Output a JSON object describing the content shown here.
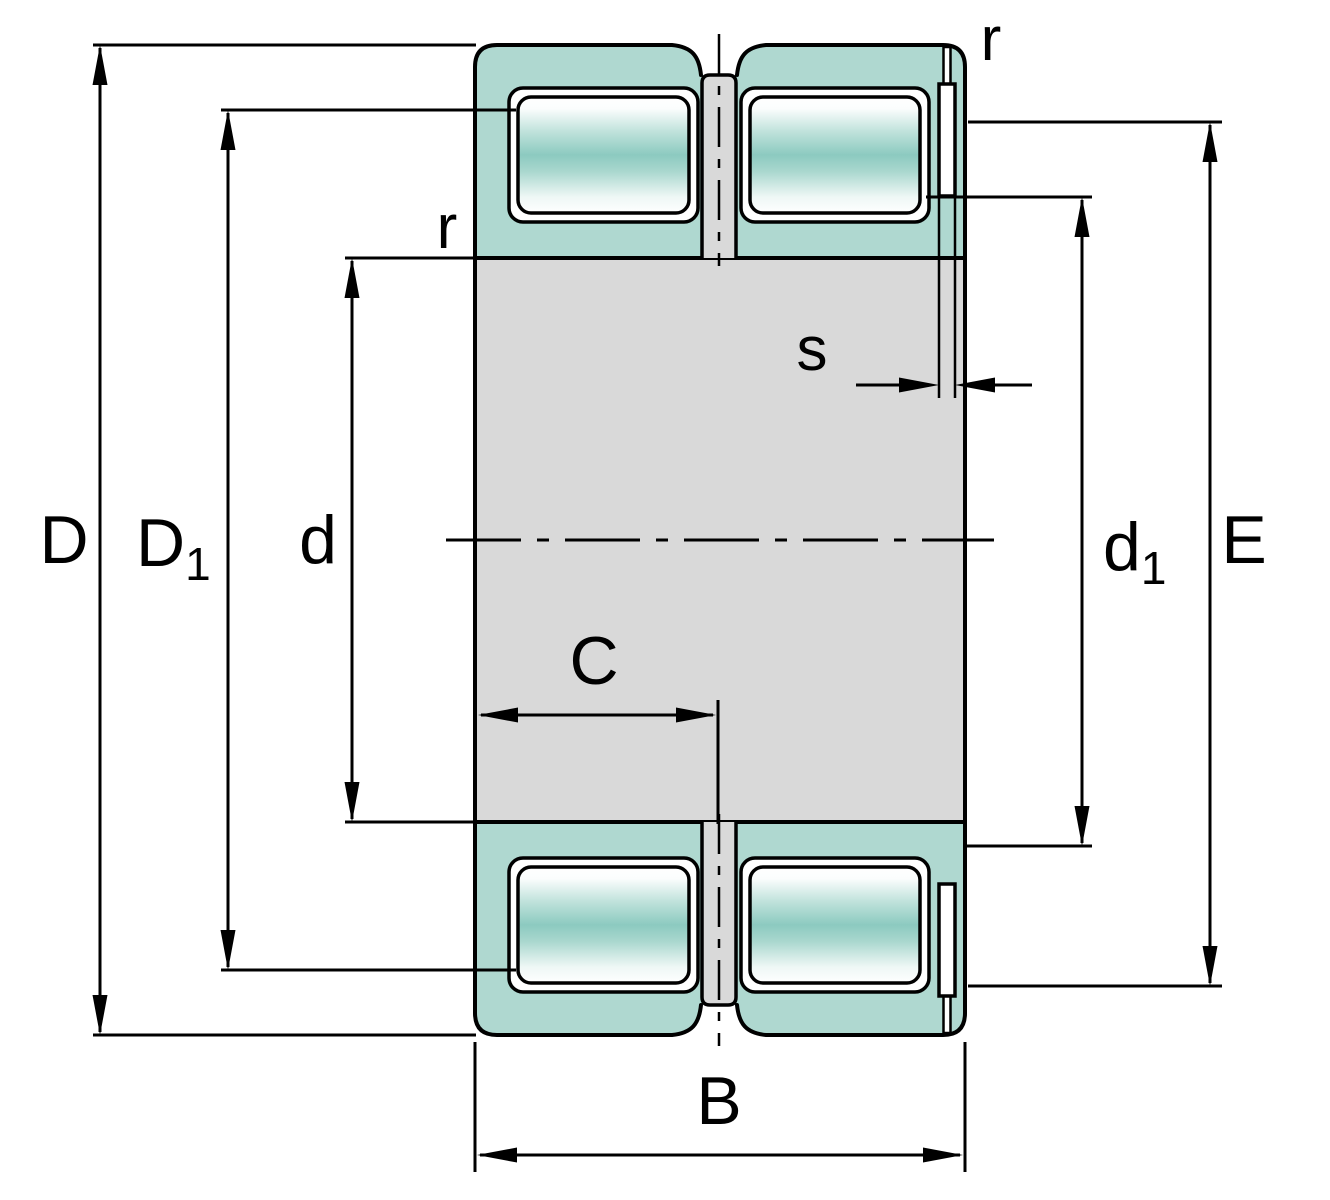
{
  "figure": {
    "name": "cylindrical-roller-bearing-cross-section",
    "colors": {
      "ring": "#afd8d0",
      "section": "#d9d9d9",
      "roller_mid": "#8ccac0",
      "outline": "#000000",
      "background": "#ffffff"
    },
    "labels": {
      "outside_diameter": "D",
      "shoulder_diameter_base": "D",
      "shoulder_diameter_sub": "1",
      "bore_diameter": "d",
      "rib_diameter_base": "d",
      "rib_diameter_sub": "1",
      "recess_diameter": "E",
      "width": "B",
      "row_center_offset": "C",
      "groove_width": "s",
      "outer_chamfer": "r",
      "inner_chamfer": "r"
    }
  }
}
